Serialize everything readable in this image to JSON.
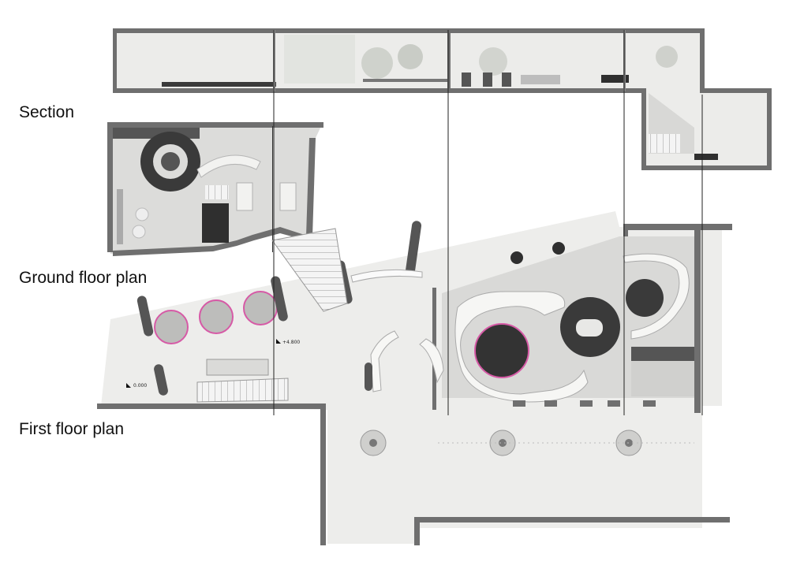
{
  "labels": {
    "section": "Section",
    "ground_floor": "Ground floor plan",
    "first_floor": "First floor plan"
  },
  "annotations": {
    "level_upper": "+4.800",
    "level_lower": "0.000"
  },
  "colors": {
    "wall": "#6f6f6f",
    "floor": "#e8e8e6",
    "dark_furniture": "#3a3a3a",
    "highlight": "#d65aa6"
  }
}
